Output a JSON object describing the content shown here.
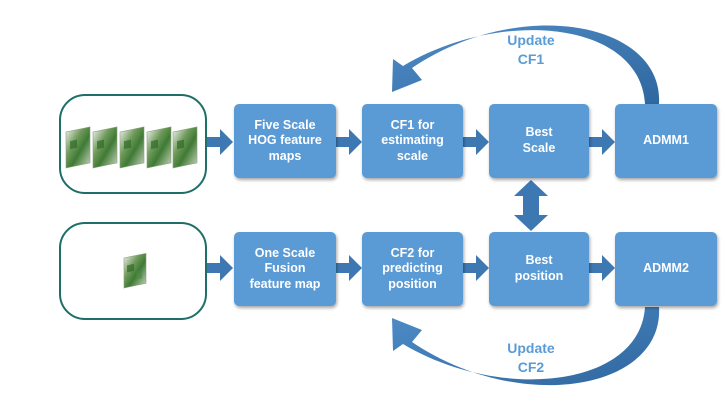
{
  "diagram": {
    "top_row": {
      "box1": "Five Scale\nHOG feature\nmaps",
      "box2": "CF1 for\nestimating\nscale",
      "box3": "Best\nScale",
      "box4": "ADMM1",
      "update_label": "Update\nCF1"
    },
    "bottom_row": {
      "box1": "One Scale\nFusion\nfeature map",
      "box2": "CF2 for\npredicting\nposition",
      "box3": "Best\nposition",
      "box4": "ADMM2",
      "update_label": "Update\nCF2"
    },
    "colors": {
      "box_fill": "#5b9bd5",
      "arrow_fill": "#3e78b3",
      "label_text": "#5b9bd5",
      "input_border": "#1f6e68"
    },
    "icons": {
      "top_input": "five-image-patches-icon",
      "bottom_input": "single-image-patch-icon"
    }
  }
}
